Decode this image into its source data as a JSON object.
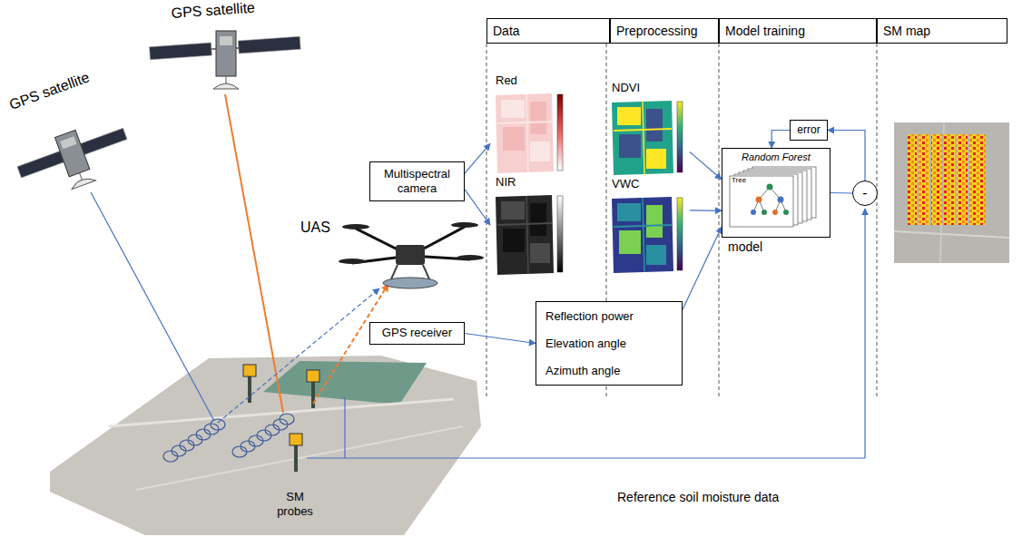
{
  "diagram": {
    "nodes": [
      {
        "text": [
          "Data"
        ]
      },
      {
        "text": [
          "Preprocessing"
        ]
      },
      {
        "text": [
          "Model training"
        ]
      },
      {
        "text": [
          "SM map"
        ]
      },
      {
        "text": [
          "Multispectral camera"
        ]
      },
      {
        "text": [
          "GPS receiver"
        ]
      },
      {
        "text": [
          "Red"
        ]
      },
      {
        "text": [
          "NIR"
        ]
      },
      {
        "text": [
          "NDVI"
        ]
      },
      {
        "text": [
          "VWC"
        ]
      },
      {
        "text": [
          "Reflection power",
          "Elevation angle",
          "Azimuth angle"
        ]
      },
      {
        "text": [
          "error"
        ]
      },
      {
        "text": [
          "Random Forest",
          "model"
        ]
      },
      {
        "text": [
          "-"
        ]
      }
    ],
    "edges": [
      {
        "from": 4,
        "to": 6,
        "arrow": "to"
      },
      {
        "from": 4,
        "to": 7,
        "arrow": "to"
      },
      {
        "from": 5,
        "to": 10,
        "arrow": "to"
      },
      {
        "from": 8,
        "to": 12,
        "arrow": "to"
      },
      {
        "from": 9,
        "to": 12,
        "arrow": "to"
      },
      {
        "from": 10,
        "to": 12,
        "arrow": "to"
      },
      {
        "from": 12,
        "to": 13,
        "arrow": "none"
      },
      {
        "from": 13,
        "to": 11,
        "arrow": "to"
      },
      {
        "from": 11,
        "to": 12,
        "arrow": "to"
      }
    ],
    "labels": [
      "GPS satellite",
      "GPS satellite",
      "UAS",
      "Tree",
      "SM probes",
      "Reference soil moisture data"
    ]
  }
}
